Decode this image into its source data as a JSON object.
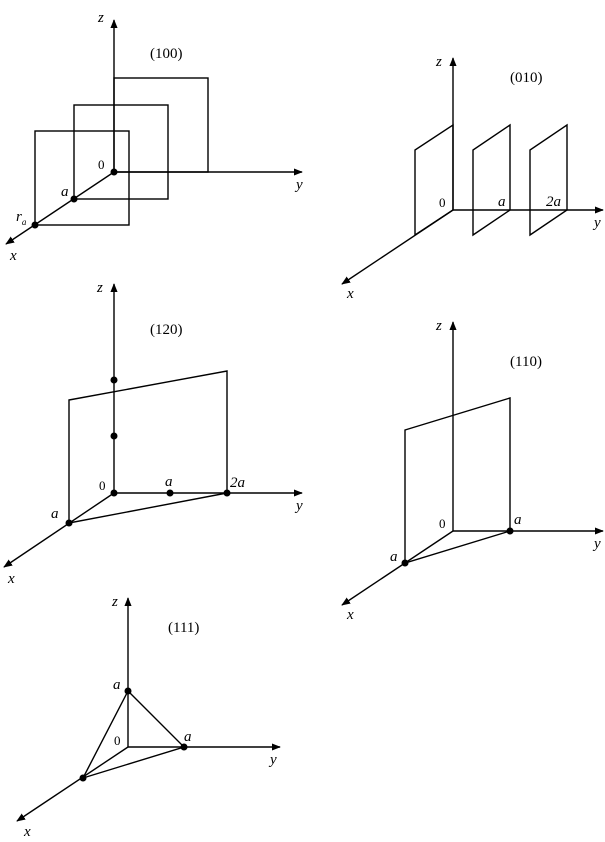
{
  "axes": {
    "x": "x",
    "y": "y",
    "z": "z",
    "origin": "0"
  },
  "panels": {
    "p100": {
      "title": "(100)",
      "lbl_a": "a",
      "lbl_r": "r",
      "lbl_r_sub": "a"
    },
    "p010": {
      "title": "(010)",
      "lbl_a": "a",
      "lbl_2a": "2a"
    },
    "p120": {
      "title": "(120)",
      "lbl_a_x": "a",
      "lbl_a_y": "a",
      "lbl_2a": "2a"
    },
    "p110": {
      "title": "(110)",
      "lbl_a_x": "a",
      "lbl_a_y": "a"
    },
    "p111": {
      "title": "(111)",
      "lbl_a_z": "a",
      "lbl_a_y": "a"
    }
  }
}
